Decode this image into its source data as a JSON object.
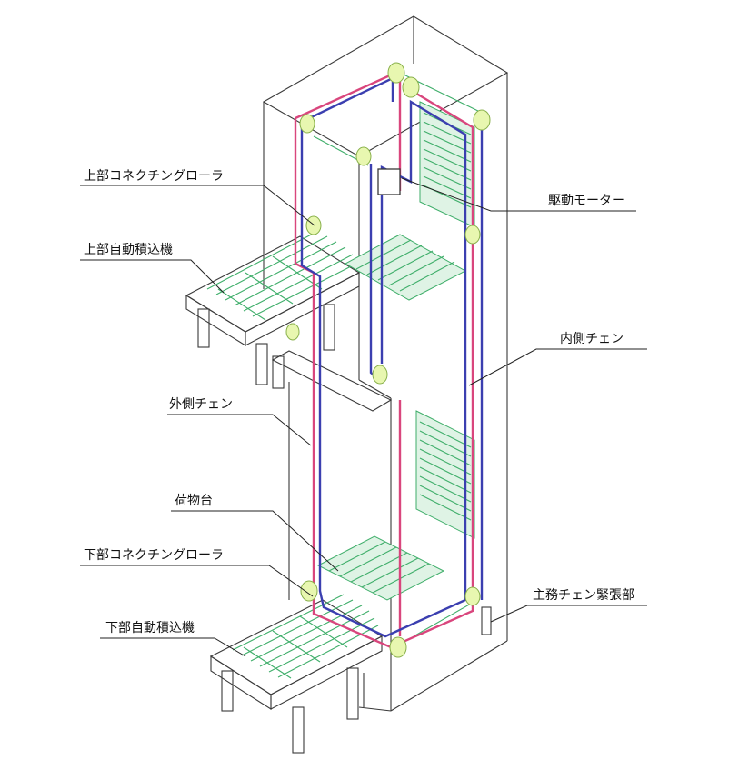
{
  "labels": {
    "upper_connecting_roller": "上部コネクチングローラ",
    "upper_auto_loader": "上部自動積込機",
    "drive_motor": "駆動モーター",
    "inner_chain": "内側チェン",
    "outer_chain": "外側チェン",
    "load_platform": "荷物台",
    "lower_connecting_roller": "下部コネクチングローラ",
    "lower_auto_loader": "下部自動積込機",
    "main_chain_tensioner": "主務チェン緊張部"
  },
  "colors": {
    "outer_chain": "#d9467d",
    "inner_chain": "#3b3fb0",
    "machinery": "#3fae6a",
    "sprocket": "#c8e66a",
    "outline": "#3a3a3a"
  }
}
